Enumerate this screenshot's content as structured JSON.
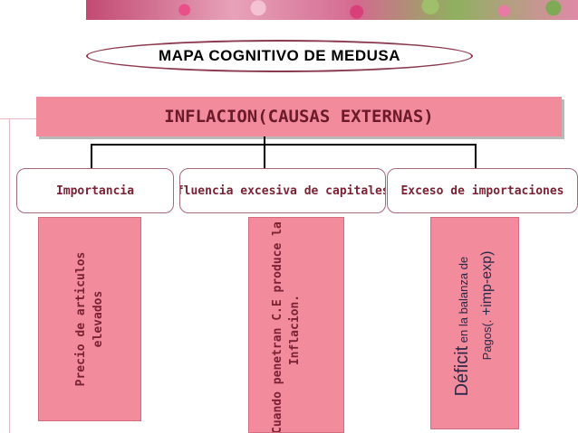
{
  "title": "MAPA COGNITIVO DE MEDUSA",
  "main": "INFLACION(CAUSAS EXTERNAS)",
  "branches": [
    {
      "label": "Importancia",
      "details": [
        "Precio de articulos",
        "elevados"
      ]
    },
    {
      "label": "Afluencia excesiva de capitales",
      "details": [
        "Cuando penetran C.E produce la",
        "Inflacion."
      ]
    },
    {
      "label": "Exceso de importaciones",
      "details_parts": [
        [
          "Déficit",
          " en la balanza de"
        ],
        [
          "Pagos(.",
          " +imp-exp)"
        ]
      ]
    }
  ]
}
